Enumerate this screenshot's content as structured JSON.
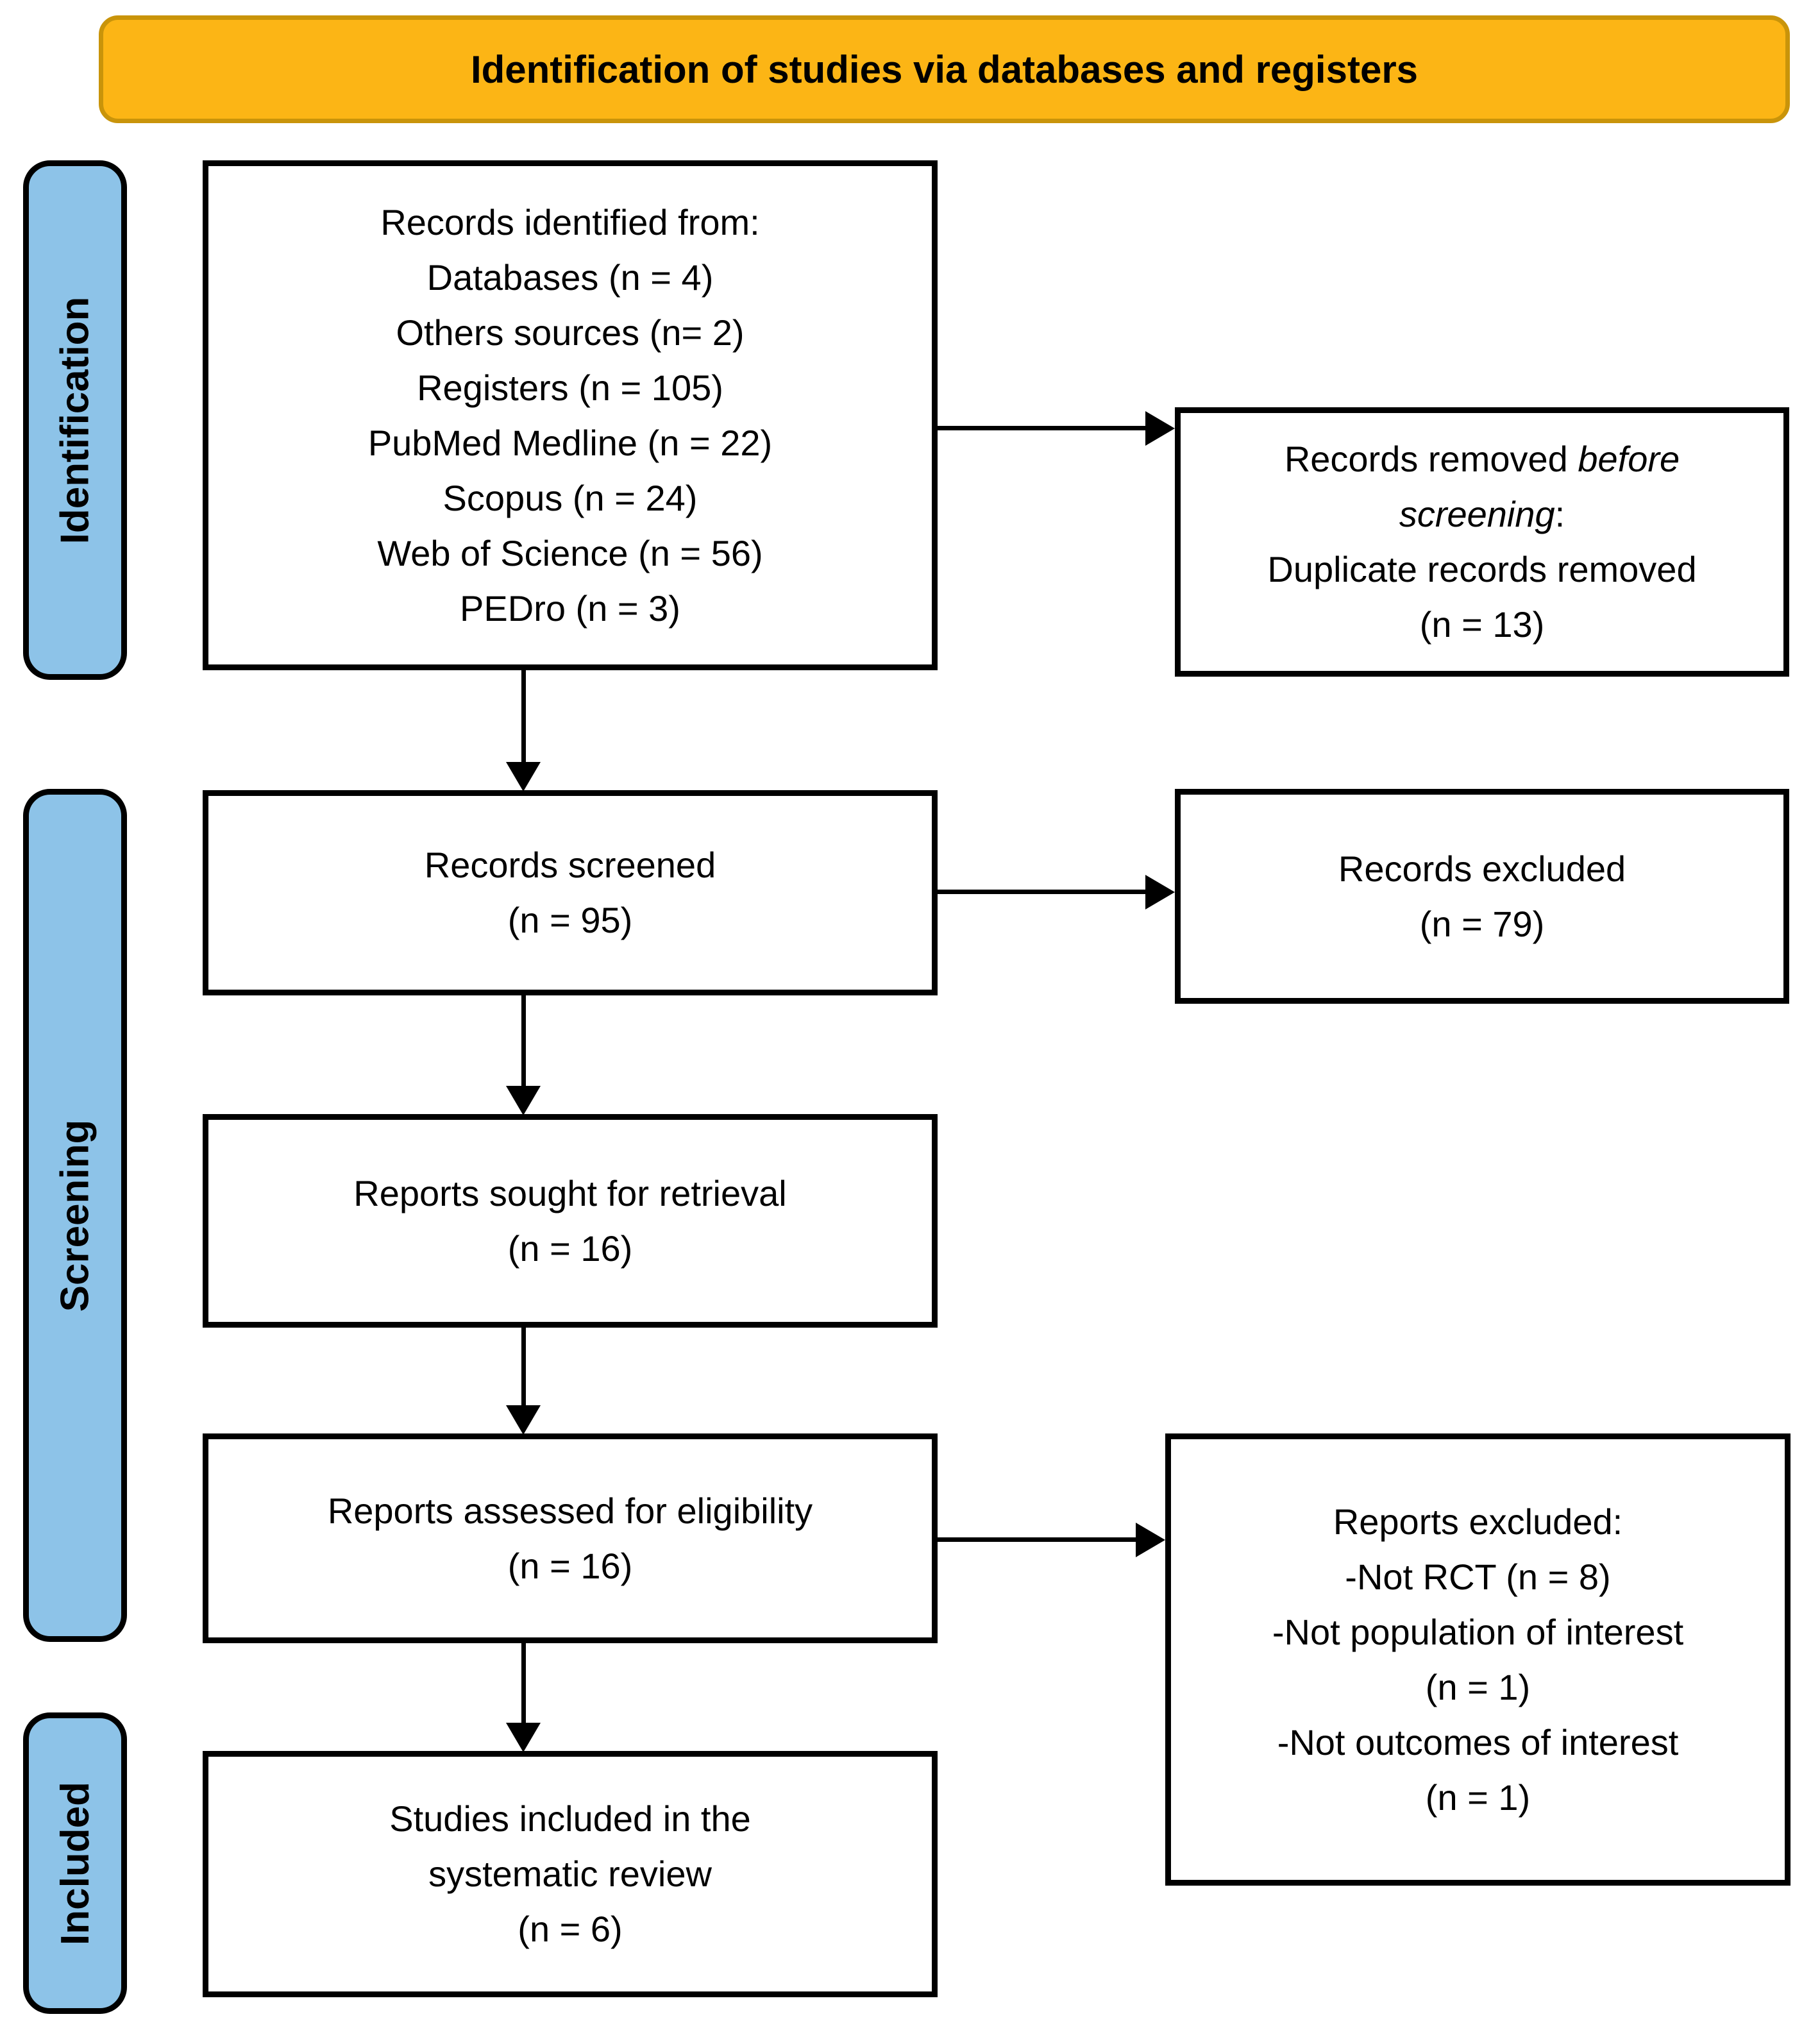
{
  "banner": {
    "title": "Identification of studies via databases and registers"
  },
  "stages": {
    "identification": "Identification",
    "screening": "Screening",
    "included": "Included"
  },
  "boxes": {
    "identified": {
      "lines": [
        "Records identified from:",
        "Databases (n = 4)",
        "Others sources (n= 2)",
        "Registers (n = 105)",
        "PubMed Medline (n = 22)",
        "Scopus (n = 24)",
        "Web of Science (n = 56)",
        "PEDro (n = 3)"
      ]
    },
    "removed": {
      "line1_regular": "Records removed",
      "line1_italic": "before",
      "line2_italic": "screening",
      "line2_suffix": ":",
      "line3": "Duplicate records removed",
      "line4": "(n = 13)"
    },
    "screened": {
      "lines": [
        "Records screened",
        "(n = 95)"
      ]
    },
    "excluded": {
      "lines": [
        "Records excluded",
        "(n = 79)"
      ]
    },
    "sought": {
      "lines": [
        "Reports sought for retrieval",
        "(n = 16)"
      ]
    },
    "assessed": {
      "lines": [
        "Reports assessed for eligibility",
        "(n = 16)"
      ]
    },
    "reports_excluded": {
      "lines": [
        "Reports excluded:",
        "-Not RCT (n = 8)",
        "-Not population of interest",
        "(n = 1)",
        "-Not outcomes of interest",
        "(n = 1)"
      ]
    },
    "included_studies": {
      "lines": [
        "Studies included in the",
        "systematic review",
        "(n = 6)"
      ]
    }
  },
  "colors": {
    "banner_fill": "#FCB515",
    "banner_border": "#C9940A",
    "stage_fill": "#8DC3E8",
    "line_color": "#000000"
  }
}
